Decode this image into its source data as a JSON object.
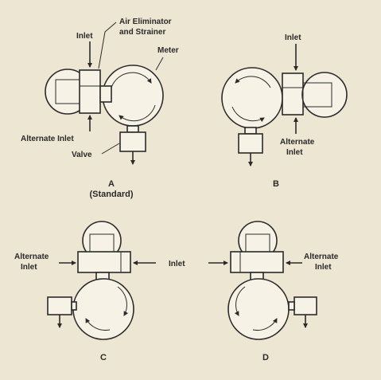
{
  "labels": {
    "inlet": "Inlet",
    "air_eliminator_line1": "Air Eliminator",
    "air_eliminator_line2": "and Strainer",
    "meter": "Meter",
    "alternate_inlet_a": "Alternate Inlet",
    "valve": "Valve",
    "inlet_b": "Inlet",
    "alternate_b_line1": "Alternate",
    "alternate_b_line2": "Inlet",
    "alternate_c_line1": "Alternate",
    "alternate_c_line2": "Inlet",
    "inlet_cd": "Inlet",
    "alternate_d_line1": "Alternate",
    "alternate_d_line2": "Inlet"
  },
  "captions": {
    "a_letter": "A",
    "a_sub": "(Standard)",
    "b": "B",
    "c": "C",
    "d": "D"
  },
  "colors": {
    "ink": "#2a2a2a",
    "paper": "#ece6d2"
  }
}
